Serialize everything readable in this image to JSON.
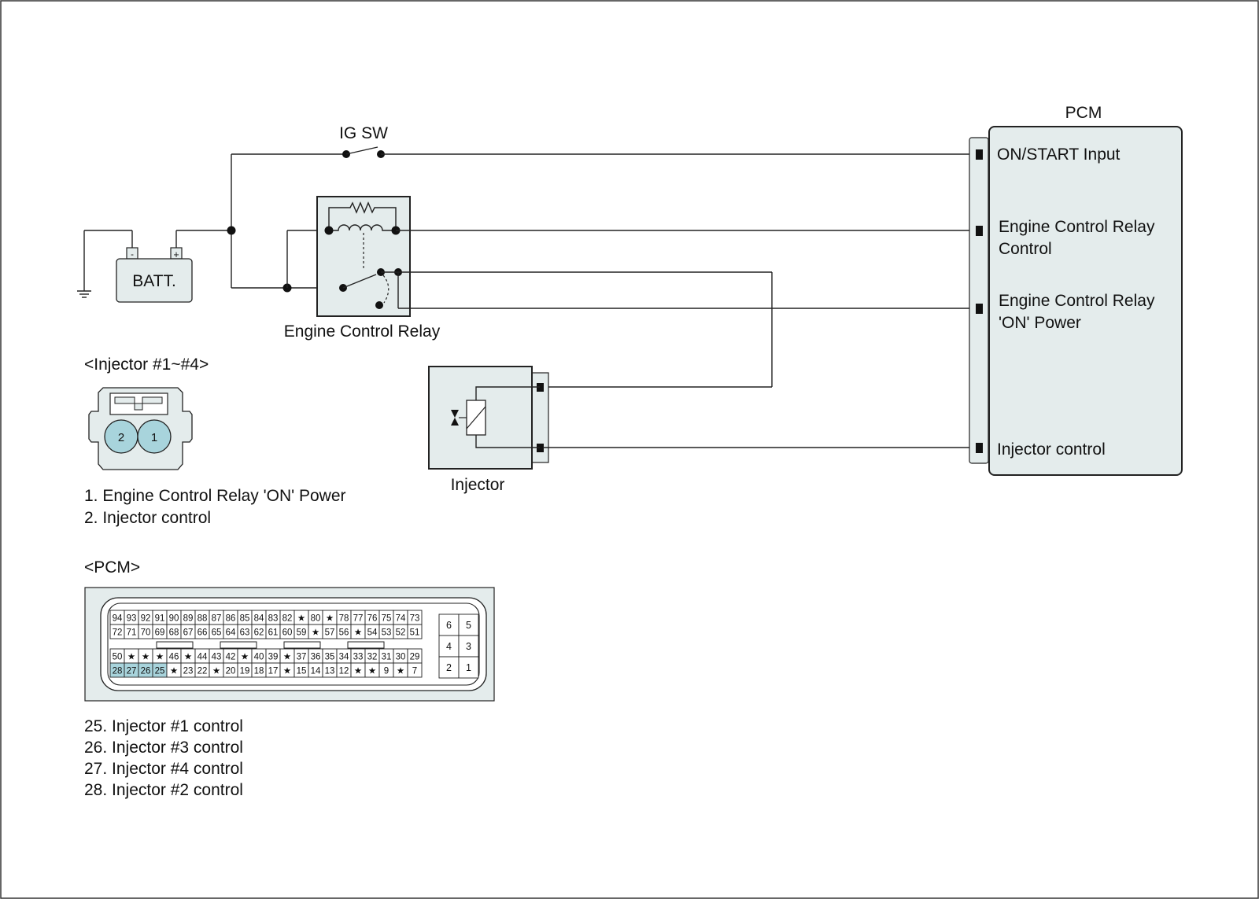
{
  "battery": {
    "label": "BATT.",
    "neg": "-",
    "pos": "+"
  },
  "ig_switch": {
    "label": "IG SW"
  },
  "relay": {
    "label": "Engine Control Relay"
  },
  "pcm": {
    "title": "PCM",
    "inputs": {
      "on_start": "ON/START Input",
      "ecr_control_1": "Engine Control Relay",
      "ecr_control_2": "Control",
      "ecr_power_1": "Engine Control Relay",
      "ecr_power_2": "'ON' Power",
      "injector_control": "Injector control"
    }
  },
  "injector": {
    "label": "Injector"
  },
  "injector_connector": {
    "heading": "<Injector #1~#4>",
    "pins": [
      "2",
      "1"
    ],
    "legend": [
      "1. Engine Control Relay 'ON' Power",
      "2. Injector control"
    ]
  },
  "pcm_connector": {
    "heading": "<PCM>",
    "row1": [
      "94",
      "93",
      "92",
      "91",
      "90",
      "89",
      "88",
      "87",
      "86",
      "85",
      "84",
      "83",
      "82",
      "★",
      "80",
      "★",
      "78",
      "77",
      "76",
      "75",
      "74",
      "73"
    ],
    "row2": [
      "72",
      "71",
      "70",
      "69",
      "68",
      "67",
      "66",
      "65",
      "64",
      "63",
      "62",
      "61",
      "60",
      "59",
      "★",
      "57",
      "56",
      "★",
      "54",
      "53",
      "52",
      "51"
    ],
    "row3": [
      "50",
      "★",
      "★",
      "★",
      "46",
      "★",
      "44",
      "43",
      "42",
      "★",
      "40",
      "39",
      "★",
      "37",
      "36",
      "35",
      "34",
      "33",
      "32",
      "31",
      "30",
      "29"
    ],
    "row4": [
      "28",
      "27",
      "26",
      "25",
      "★",
      "23",
      "22",
      "★",
      "20",
      "19",
      "18",
      "17",
      "★",
      "15",
      "14",
      "13",
      "12",
      "★",
      "★",
      "9",
      "★",
      "7"
    ],
    "highlighted": [
      "28",
      "27",
      "26",
      "25"
    ],
    "side_pins": [
      [
        "6",
        "5"
      ],
      [
        "4",
        "3"
      ],
      [
        "2",
        "1"
      ]
    ],
    "legend": [
      "25. Injector #1 control",
      "26. Injector #3 control",
      "27. Injector #4 control",
      "28. Injector #2 control"
    ]
  },
  "colors": {
    "connector_fill": "#e4ecec",
    "pin_fill": "#a8d4dc",
    "highlight": "#a8d4dc",
    "pcm_fill": "#e4ecec"
  }
}
